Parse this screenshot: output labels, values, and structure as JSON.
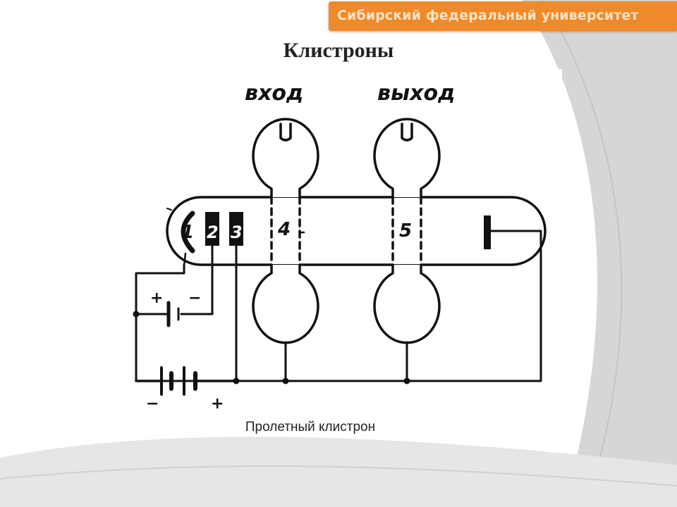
{
  "header": {
    "university": "Сибирский федеральный университет"
  },
  "slide": {
    "title": "Клистроны",
    "caption": "Пролетный клистрон"
  },
  "figure": {
    "label_input": "вход",
    "label_output": "выход",
    "electrode_1": "1",
    "electrode_2": "2",
    "electrode_3": "3",
    "resonator_4": "4",
    "resonator_5": "5",
    "plus_sign": "+",
    "minus_sign": "−",
    "plus_sign_2": "+",
    "minus_sign_2": "−"
  },
  "colors": {
    "accent": "#ef8a2a",
    "background_gray": "#d9d9d9"
  }
}
